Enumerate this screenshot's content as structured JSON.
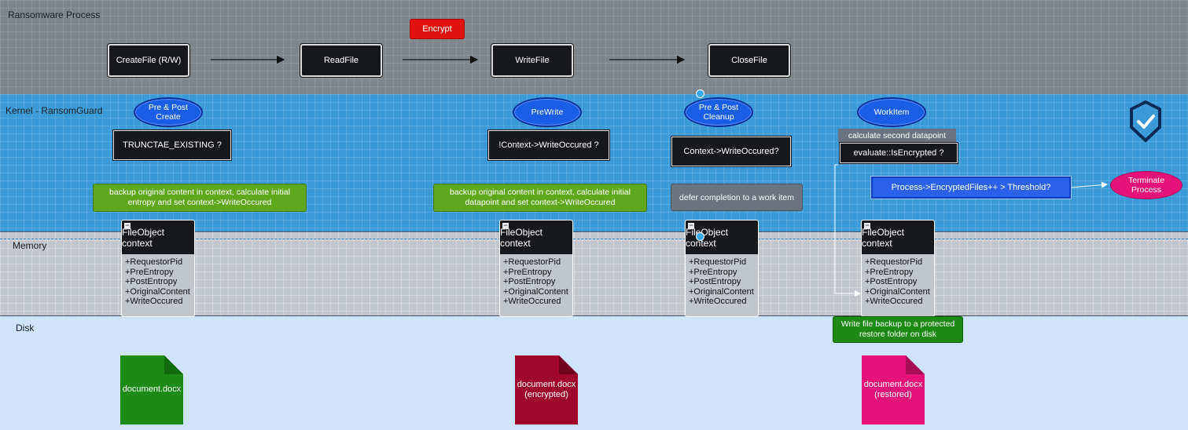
{
  "lanes": {
    "process": "Ransomware Process",
    "kernel": "Kernel - RansomGuard",
    "memory": "Memory",
    "disk": "Disk"
  },
  "process_steps": [
    "CreateFile (R/W)",
    "ReadFile",
    "WriteFile",
    "CloseFile"
  ],
  "encrypt_label": "Encrypt",
  "callbacks": {
    "create": "Pre & Post Create",
    "prewrite": "PreWrite",
    "cleanup": "Pre & Post Cleanup",
    "workitem": "WorkItem"
  },
  "conditions": {
    "truncate": "TRUNCTAE_EXISTING ?",
    "write_occured_neg": "!Context->WriteOccured ?",
    "write_occured": "Context->WriteOccured?",
    "is_encrypted": "evaluate::IsEncrypted ?"
  },
  "calc_second": "calculate second datapoint",
  "notes": {
    "backup_entropy": "backup original content in context,  calculate initial entropy and set context->WriteOccured",
    "backup_datapoint": "backup original content in context,  calculate initial datapoint and set context->WriteOccured",
    "defer": "defer completion to a work item",
    "threshold": "Process->EncryptedFiles++ > Threshold?",
    "terminate": "Terminate Process",
    "write_backup": "Write file backup to a protected restore folder on disk"
  },
  "file_object": {
    "title": "FileObject context",
    "fields": [
      "+RequestorPid",
      "+PreEntropy",
      "+PostEntropy",
      "+OriginalContent",
      "+WriteOccured"
    ]
  },
  "documents": {
    "original": "document.docx",
    "encrypted_name": "document.docx",
    "encrypted_state": "(encrypted)",
    "restored_name": "document.docx",
    "restored_state": "(restored)"
  },
  "colors": {
    "process_lane": "#7f858d",
    "kernel_lane": "#3a9ad8",
    "memory_lane": "#c1c6cd",
    "disk_lane": "#cfe3fb",
    "encrypt": "#e0120f",
    "callback": "#1a5ee6",
    "note_green": "#5fa81e",
    "terminate": "#e6127a",
    "doc_original": "#1e8a16",
    "doc_encrypted": "#a0062a",
    "doc_restored": "#e6127a"
  },
  "icons": [
    "shield-check-icon",
    "collapse-icon"
  ]
}
